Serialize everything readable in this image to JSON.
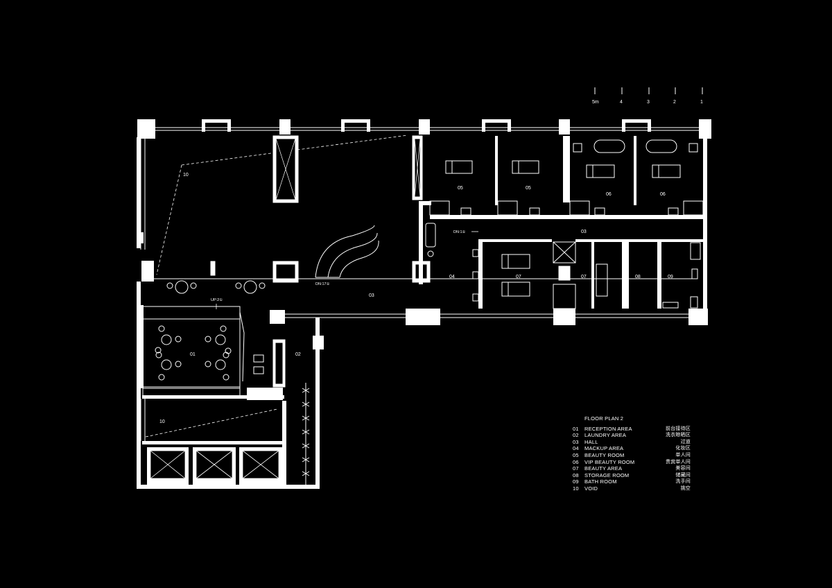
{
  "scale_bar": {
    "labels": [
      "5m",
      "4",
      "3",
      "2",
      "1"
    ]
  },
  "legend": {
    "title": "FLOOR PLAN  2",
    "items": [
      {
        "num": "01",
        "en": "RECEPTION AREA",
        "cn": "前台接待区"
      },
      {
        "num": "02",
        "en": "LAUNDRY AREA",
        "cn": "洗衣晾晒区"
      },
      {
        "num": "03",
        "en": "HALL",
        "cn": "过道"
      },
      {
        "num": "04",
        "en": "MACKUP AREA",
        "cn": "化妆区"
      },
      {
        "num": "05",
        "en": "BEAUTY ROOM",
        "cn": "单人间"
      },
      {
        "num": "06",
        "en": "VIP BEAUTY ROOM",
        "cn": "贵宾单人间"
      },
      {
        "num": "07",
        "en": "BEAUTY AREA",
        "cn": "美容间"
      },
      {
        "num": "08",
        "en": "STORAGE ROOM",
        "cn": "储藏间"
      },
      {
        "num": "09",
        "en": "BATH ROOM",
        "cn": "洗手间"
      },
      {
        "num": "10",
        "en": "VOID",
        "cn": "挑空"
      }
    ]
  },
  "room_labels": {
    "void_top": "10",
    "void_bottom": "10",
    "reception": "01",
    "laundry": "02",
    "hall_main": "03",
    "hall_east": "03",
    "makeup": "04",
    "beauty_a": "05",
    "beauty_b": "05",
    "vip_a": "06",
    "vip_b": "06",
    "beauty_area_a": "07",
    "beauty_area_b": "07",
    "storage": "08",
    "bath": "09"
  },
  "annotations": {
    "stair_down_main": "DN:17①",
    "stair_down_east": "DN:1①",
    "stair_up": "UP:2①"
  }
}
